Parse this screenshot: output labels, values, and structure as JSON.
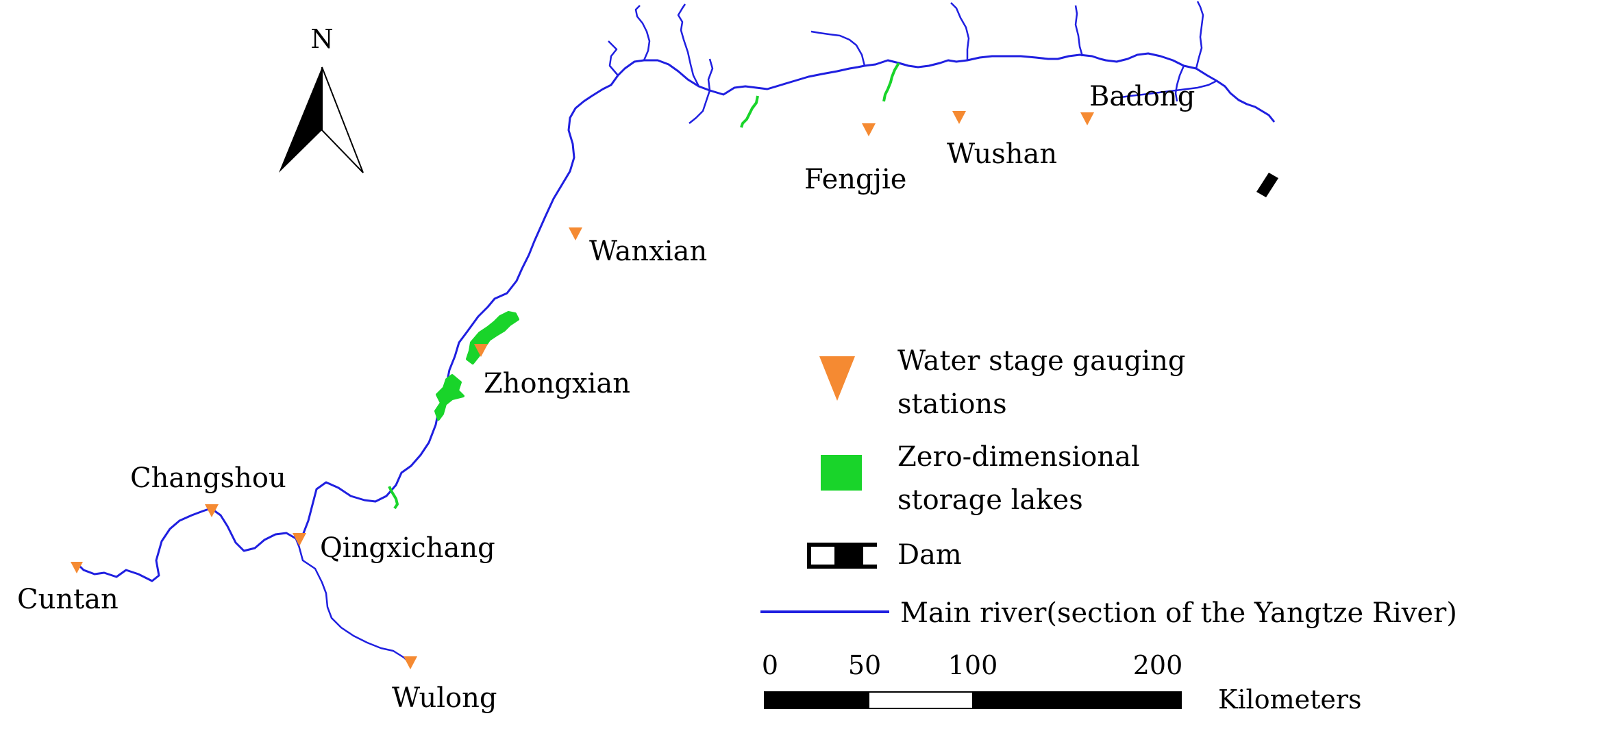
{
  "north_arrow": {
    "label": "N",
    "icon": "north-arrow-icon"
  },
  "stations": [
    {
      "id": "cuntan",
      "name": "Cuntan"
    },
    {
      "id": "changshou",
      "name": "Changshou"
    },
    {
      "id": "qingxichang",
      "name": "Qingxichang"
    },
    {
      "id": "wulong",
      "name": "Wulong"
    },
    {
      "id": "zhongxian",
      "name": "Zhongxian"
    },
    {
      "id": "wanxian",
      "name": "Wanxian"
    },
    {
      "id": "fengjie",
      "name": "Fengjie"
    },
    {
      "id": "wushan",
      "name": "Wushan"
    },
    {
      "id": "badong",
      "name": "Badong"
    }
  ],
  "legend": {
    "station": {
      "line1": "Water stage gauging",
      "line2": "stations",
      "icon": "triangle-down-icon"
    },
    "lakes": {
      "line1": "Zero-dimensional",
      "line2": "storage lakes",
      "icon": "green-square-icon"
    },
    "dam": {
      "label": "Dam",
      "icon": "dam-icon"
    },
    "river": {
      "label": "Main river(section of the Yangtze River)",
      "icon": "blue-line-icon"
    }
  },
  "scale_bar": {
    "ticks": [
      "0",
      "50",
      "100",
      "200"
    ],
    "unit": "Kilometers"
  },
  "colors": {
    "river": "#1f1fe0",
    "station": "#f58a32",
    "lake": "#19d42a",
    "dam": "#000000"
  }
}
